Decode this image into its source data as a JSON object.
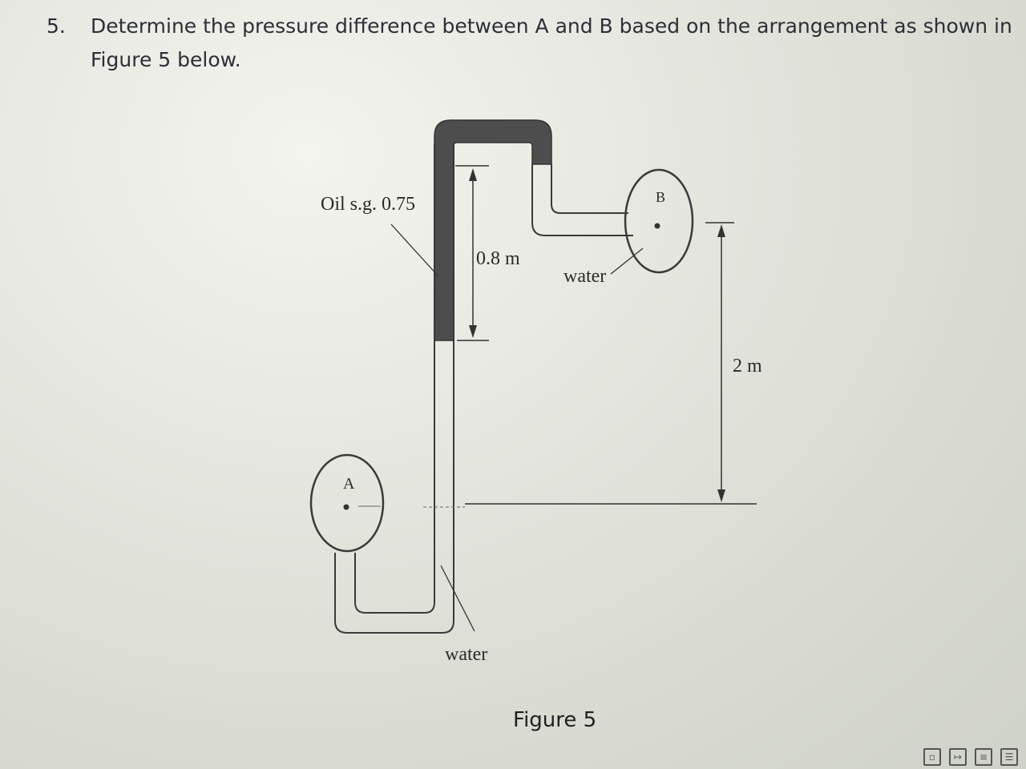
{
  "question": {
    "number": "5.",
    "text": "Determine the pressure difference between A and B based on the arrangement as shown in Figure 5 below."
  },
  "figure": {
    "oil_label": "Oil s.g. 0.75",
    "point_a": "A",
    "point_b": "B",
    "dim_oil": "0.8 m",
    "dim_height": "2 m",
    "water_upper": "water",
    "water_lower": "water",
    "caption": "Figure 5"
  },
  "toolbar": {
    "icons": [
      "note-icon",
      "export-icon",
      "doc-icon",
      "menu-icon"
    ]
  }
}
